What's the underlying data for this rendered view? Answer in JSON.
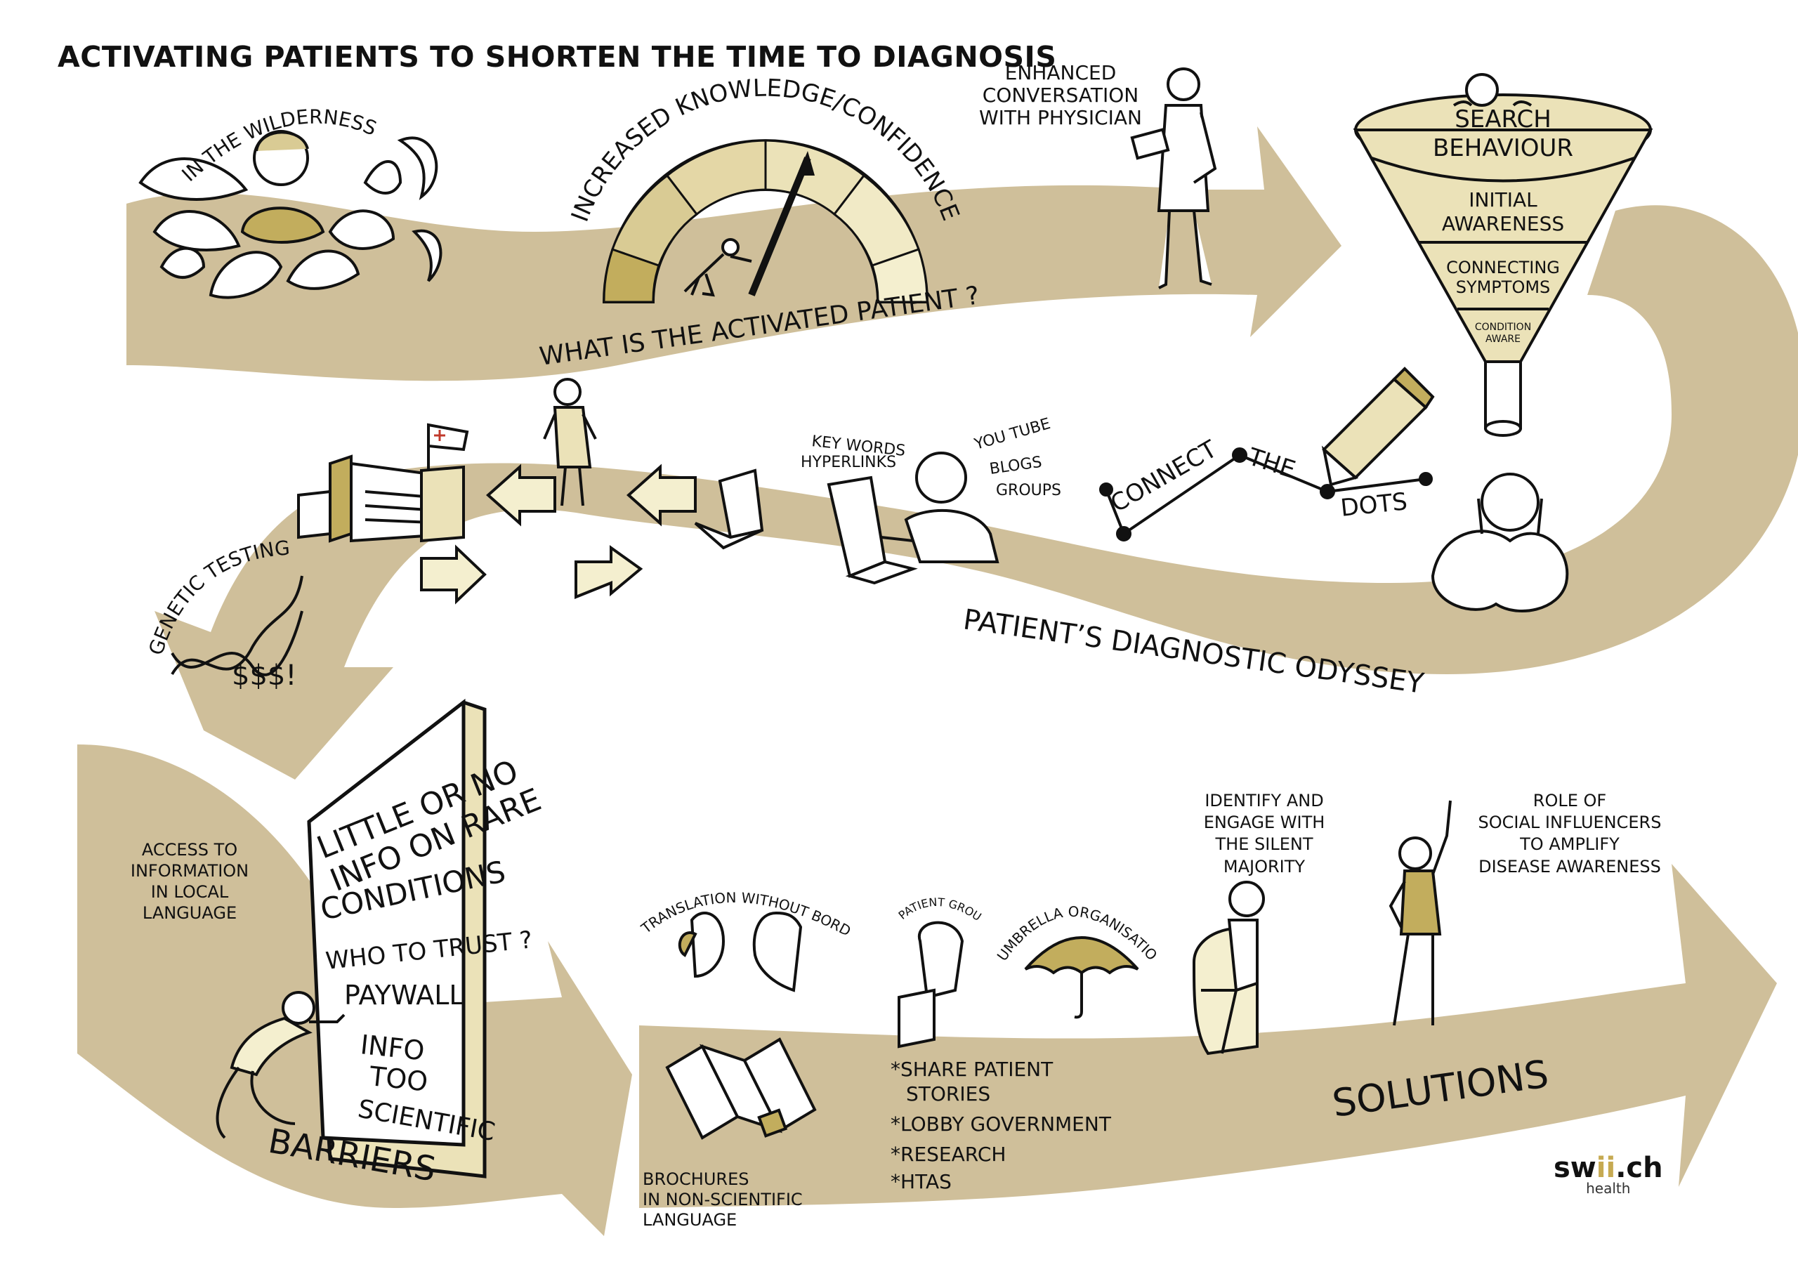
{
  "title": "ACTIVATING PATIENTS TO SHORTEN THE TIME TO DIAGNOSIS",
  "colors": {
    "road": "#cfbf9a",
    "gauge_dark": "#c2ad5d",
    "gauge_mid": "#d9cb94",
    "gauge_light": "#ebe2b8",
    "gauge_pale": "#f4efcf",
    "ink": "#111111",
    "accent": "#b59a3f"
  },
  "labels": {
    "wilderness": "IN THE WILDERNESS",
    "gauge_arc": "INCREASED KNOWLEDGE/CONFIDENCE",
    "activated_patient": "WHAT IS THE ACTIVATED PATIENT ?",
    "enhanced_conversation": [
      "ENHANCED",
      "CONVERSATION",
      "WITH PHYSICIAN"
    ],
    "funnel": {
      "search": [
        "SEARCH",
        "BEHAVIOUR"
      ],
      "initial": [
        "INITIAL",
        "AWARENESS"
      ],
      "connecting": [
        "CONNECTING",
        "SYMPTOMS"
      ],
      "condition": [
        "CONDITION",
        "AWARE"
      ]
    },
    "key_words": "KEY WORDS",
    "hyperlinks": "HYPERLINKS",
    "youtube": "YOU TUBE",
    "blogs": "BLOGS",
    "groups": "GROUPS",
    "connect": "CONNECT",
    "the": "THE",
    "dots": "DOTS",
    "odyssey": "PATIENT’S DIAGNOSTIC ODYSSEY",
    "genetic_testing": "GENETIC TESTING",
    "money": "$$$!",
    "access_info": [
      "ACCESS TO",
      "INFORMATION",
      "IN LOCAL",
      "LANGUAGE"
    ],
    "sign": {
      "line1": "LITTLE OR NO",
      "line2": "INFO ON RARE",
      "line3": "CONDITIONS",
      "line4": "WHO TO TRUST ?",
      "line5": "PAYWALL",
      "line6": "INFO",
      "line7": "TOO",
      "line8": "SCIENTIFIC"
    },
    "barriers": "BARRIERS",
    "translation": "TRANSLATION WITHOUT BORDERS",
    "patient_groups": "PATIENT GROUPS",
    "umbrella": "UMBRELLA ORGANISATIONS",
    "identify": [
      "IDENTIFY AND",
      "ENGAGE WITH",
      "THE SILENT",
      "MAJORITY"
    ],
    "influencers": [
      "ROLE OF",
      "SOCIAL INFLUENCERS",
      "TO AMPLIFY",
      "DISEASE AWARENESS"
    ],
    "actions": [
      "*SHARE PATIENT",
      "STORIES",
      "*LOBBY GOVERNMENT",
      "*RESEARCH",
      "*HTAs"
    ],
    "brochures": [
      "BROCHURES",
      "IN NON-SCIENTIFIC",
      "LANGUAGE"
    ],
    "solutions": "SOLUTIONS"
  },
  "logo": {
    "prefix": "sw",
    "mid": "ii",
    "suffix": ".ch",
    "sub": "health"
  }
}
